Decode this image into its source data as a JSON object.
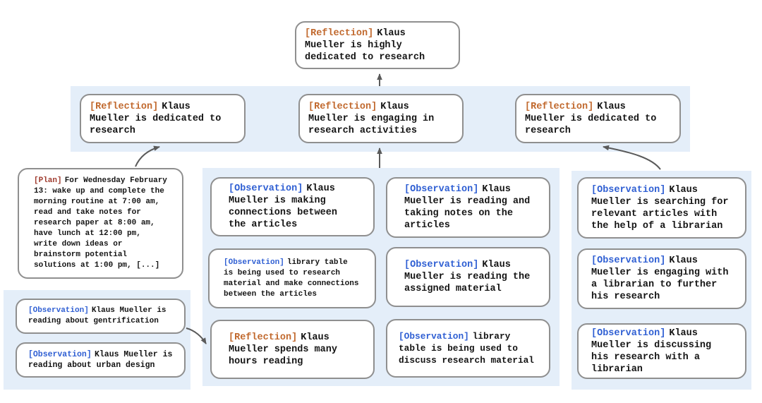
{
  "colors": {
    "panel_background": "#e4eef9",
    "box_border": "#8f8f8f",
    "reflection_label": "#c1692e",
    "observation_label": "#2f5fd3",
    "plan_label": "#9e392c",
    "arrow": "#5a5a5a",
    "text": "#141414"
  },
  "nodes": {
    "root": {
      "tag": "[Reflection]",
      "text": "Klaus Mueller is highly dedicated to research"
    },
    "band": [
      {
        "tag": "[Reflection]",
        "text": "Klaus Mueller is dedicated to research"
      },
      {
        "tag": "[Reflection]",
        "text": "Klaus Mueller is engaging in research activities"
      },
      {
        "tag": "[Reflection]",
        "text": "Klaus Mueller is dedicated to research"
      }
    ],
    "plan": {
      "tag": "[Plan]",
      "text": "For Wednesday February 13: wake up and complete the morning routine at 7:00 am, read and take notes for research paper at 8:00 am, have lunch at 12:00 pm, write down ideas or brainstorm potential solutions at 1:00 pm, [...]"
    },
    "left_panel": [
      {
        "tag": "[Observation]",
        "text": "Klaus Mueller is reading about gentrification"
      },
      {
        "tag": "[Observation]",
        "text": "Klaus Mueller is reading about urban design"
      }
    ],
    "middle_panel": [
      {
        "tag": "[Observation]",
        "text": "Klaus Mueller is making connections between the articles"
      },
      {
        "tag": "[Observation]",
        "text": "Klaus Mueller is reading and taking notes on the articles"
      },
      {
        "tag": "[Observation]",
        "text": "library table is being used to research material and make connections between the articles"
      },
      {
        "tag": "[Observation]",
        "text": "Klaus Mueller is reading the assigned material"
      },
      {
        "tag": "[Reflection]",
        "text": "Klaus Mueller spends many hours reading"
      },
      {
        "tag": "[Observation]",
        "text": "library table is being used to discuss research material"
      }
    ],
    "right_panel": [
      {
        "tag": "[Observation]",
        "text": "Klaus Mueller is searching for relevant articles with the help of a librarian"
      },
      {
        "tag": "[Observation]",
        "text": "Klaus Mueller is engaging with a librarian to further his research"
      },
      {
        "tag": "[Observation]",
        "text": "Klaus Mueller is discussing his research with a librarian"
      }
    ]
  }
}
